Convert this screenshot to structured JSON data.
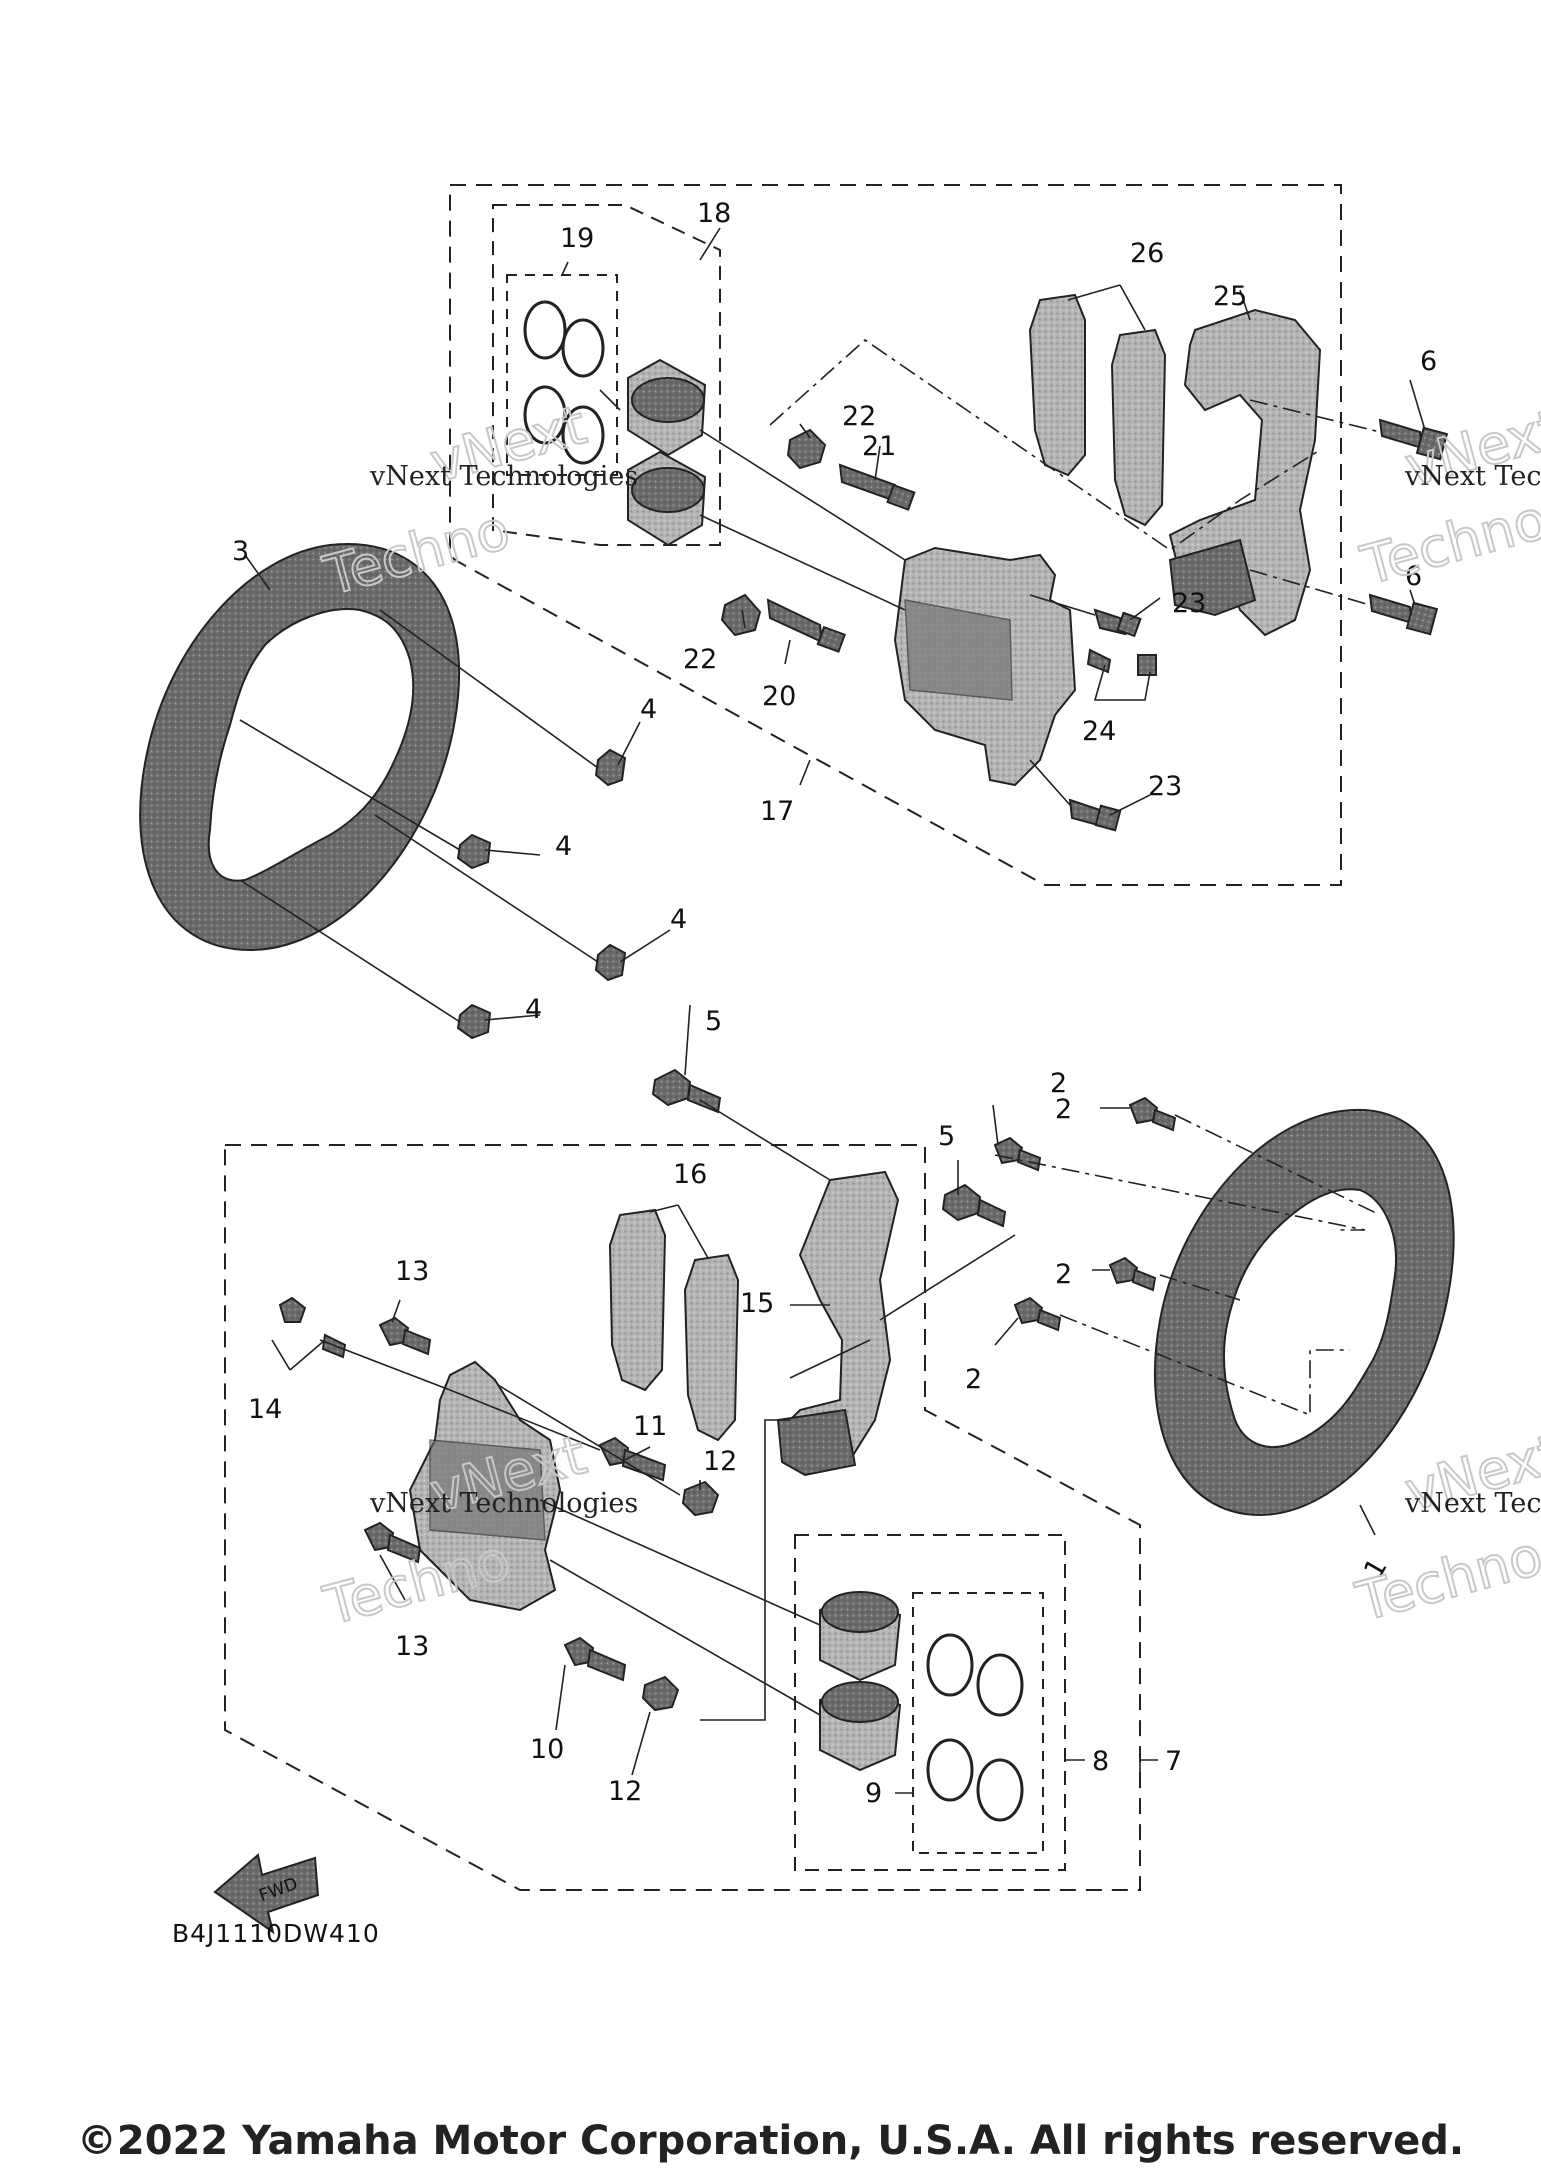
{
  "diagram": {
    "code": "B4J1110DW410",
    "fwd_label": "FWD",
    "watermark_text": "vNext Technologies",
    "watermark_word_1": "vNext",
    "watermark_word_2": "Techno",
    "callouts": [
      "1",
      "2",
      "2",
      "2",
      "2",
      "3",
      "4",
      "4",
      "4",
      "4",
      "5",
      "5",
      "6",
      "6",
      "7",
      "8",
      "9",
      "10",
      "11",
      "12",
      "12",
      "13",
      "13",
      "14",
      "15",
      "16",
      "17",
      "18",
      "19",
      "20",
      "21",
      "22",
      "22",
      "23",
      "23",
      "24",
      "25",
      "26"
    ]
  },
  "footer": {
    "copyright": "©2022 Yamaha Motor Corporation, U.S.A. All rights reserved."
  }
}
